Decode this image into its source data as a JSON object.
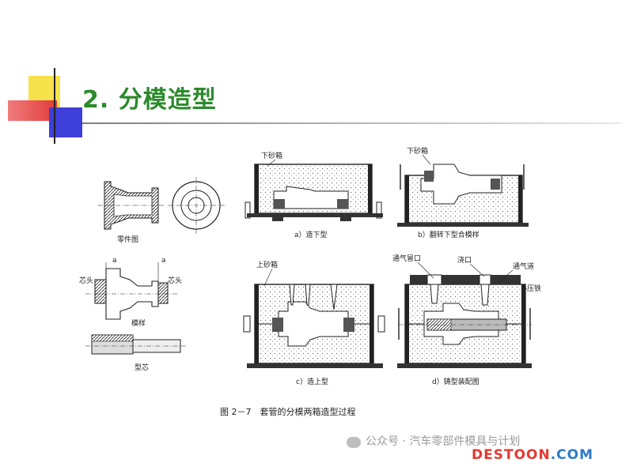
{
  "slide": {
    "title": "2. 分模造型",
    "caption": "图 2－7　套管的分模两箱造型过程"
  },
  "figure": {
    "labels": {
      "lower_flask_a": "下砂箱",
      "lower_flask_b": "下砂箱",
      "upper_flask": "上砂箱",
      "part_drawing": "零件图",
      "core_head_left": "芯头",
      "core_head_right": "芯头",
      "pattern": "模样",
      "core": "型芯",
      "vent_riser": "通气冒口",
      "sprue": "浇口",
      "vent_channel": "通气道",
      "weight": "压铁",
      "dim_a1": "a",
      "dim_a2": "a"
    },
    "subcaptions": {
      "a": "a）造下型",
      "b": "b）翻转下型合模样",
      "c": "c）造上型",
      "d": "d）铸型装配图"
    }
  },
  "watermark": {
    "text": "公众号 · 汽车零部件模具与计划"
  },
  "brand": {
    "left": "DESTOON",
    "right": ".COM"
  },
  "colors": {
    "title": "#2c8a2c",
    "brand_red": "#e23a32",
    "brand_blue": "#2d7ac9"
  }
}
